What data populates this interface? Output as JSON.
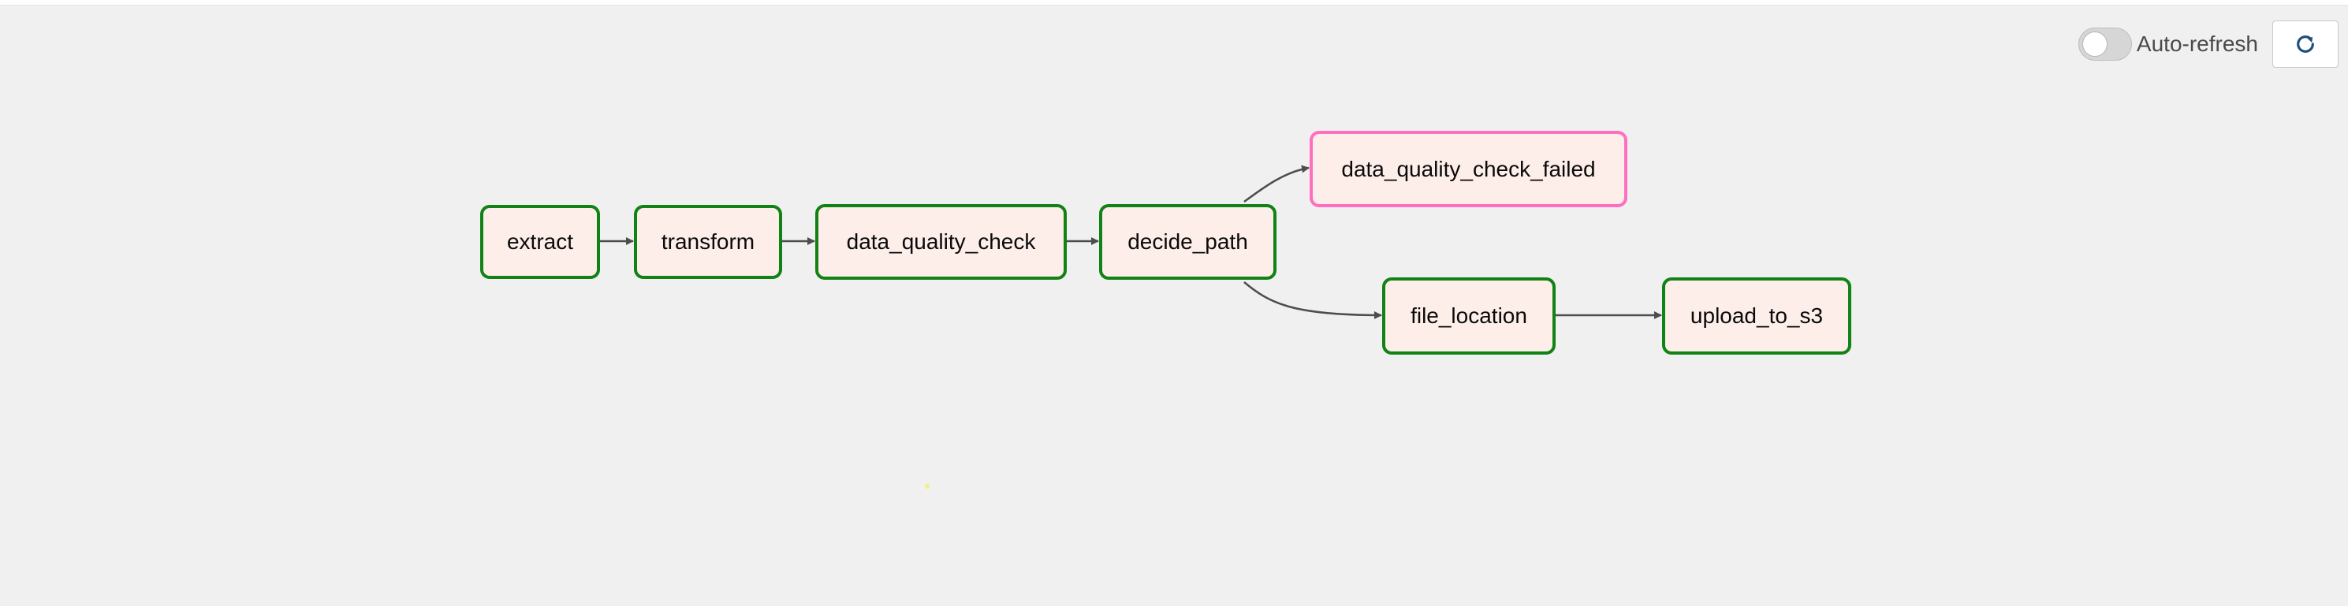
{
  "toolbar": {
    "auto_refresh_label": "Auto-refresh",
    "auto_refresh_on": false,
    "refresh_icon": "refresh-icon"
  },
  "graph": {
    "nodes": [
      {
        "id": "extract",
        "label": "extract",
        "state": "success"
      },
      {
        "id": "transform",
        "label": "transform",
        "state": "success"
      },
      {
        "id": "data_quality_check",
        "label": "data_quality_check",
        "state": "success"
      },
      {
        "id": "decide_path",
        "label": "decide_path",
        "state": "success"
      },
      {
        "id": "data_quality_check_failed",
        "label": "data_quality_check_failed",
        "state": "failed-branch"
      },
      {
        "id": "file_location",
        "label": "file_location",
        "state": "success"
      },
      {
        "id": "upload_to_s3",
        "label": "upload_to_s3",
        "state": "success"
      }
    ],
    "edges": [
      [
        "extract",
        "transform"
      ],
      [
        "transform",
        "data_quality_check"
      ],
      [
        "data_quality_check",
        "decide_path"
      ],
      [
        "decide_path",
        "data_quality_check_failed"
      ],
      [
        "decide_path",
        "file_location"
      ],
      [
        "file_location",
        "upload_to_s3"
      ]
    ]
  },
  "colors": {
    "success_border": "#118215",
    "failed_border": "#ff6fc0",
    "node_fill": "#fdeeea",
    "edge": "#4d4d4d",
    "background": "#f0f0f0"
  }
}
